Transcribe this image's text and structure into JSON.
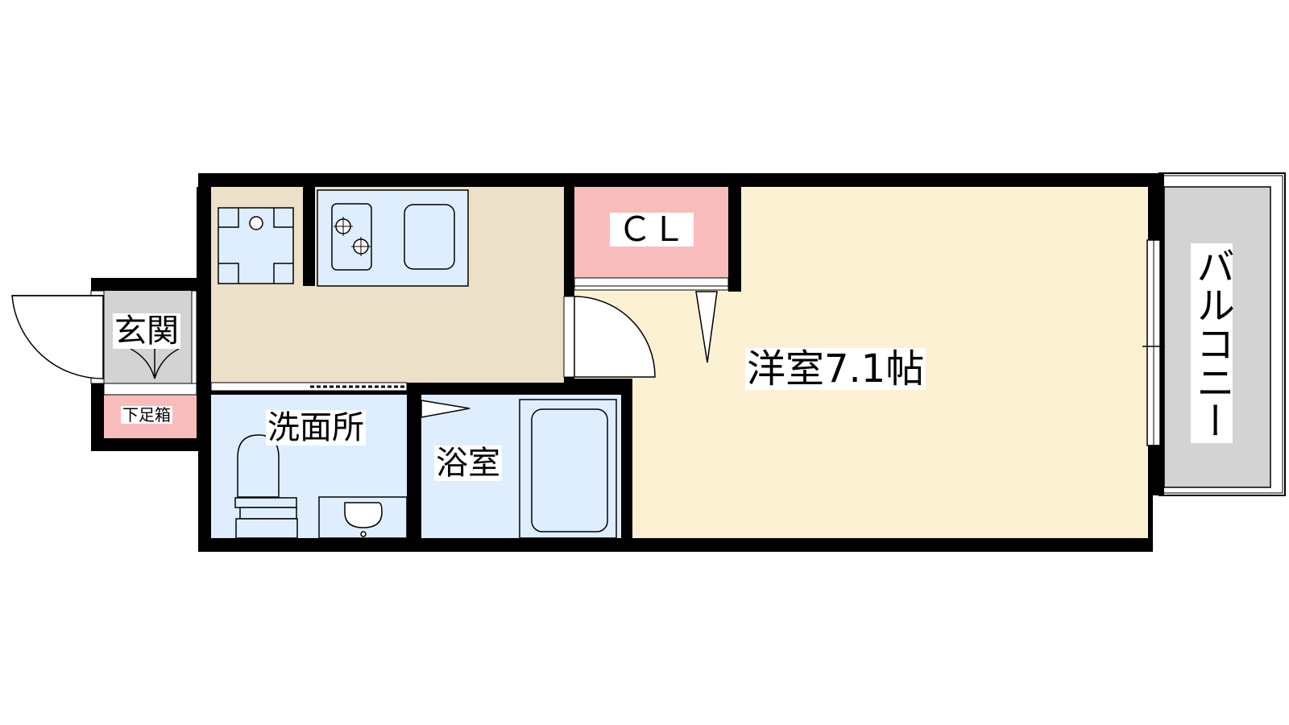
{
  "rooms": {
    "western_room": {
      "label": "洋室7.1帖",
      "color": "#fdf1d3"
    },
    "closet": {
      "label": "ＣＬ",
      "color": "#f9bcbd"
    },
    "balcony": {
      "label": "バルコニー",
      "color": "#d3d3d3"
    },
    "entrance": {
      "label": "玄関",
      "color": "#d3d3d3"
    },
    "shoe_cabinet": {
      "label": "下足箱",
      "color": "#f9bcbd"
    },
    "washroom": {
      "label": "洗面所",
      "color": "#dfeefe"
    },
    "bathroom": {
      "label": "浴室",
      "color": "#dfeefe"
    },
    "kitchen": {
      "label": "",
      "color": "#ede0c8"
    }
  },
  "colors": {
    "wall": "#000000",
    "fixture_fill": "#dfeefe",
    "background": "#ffffff"
  }
}
